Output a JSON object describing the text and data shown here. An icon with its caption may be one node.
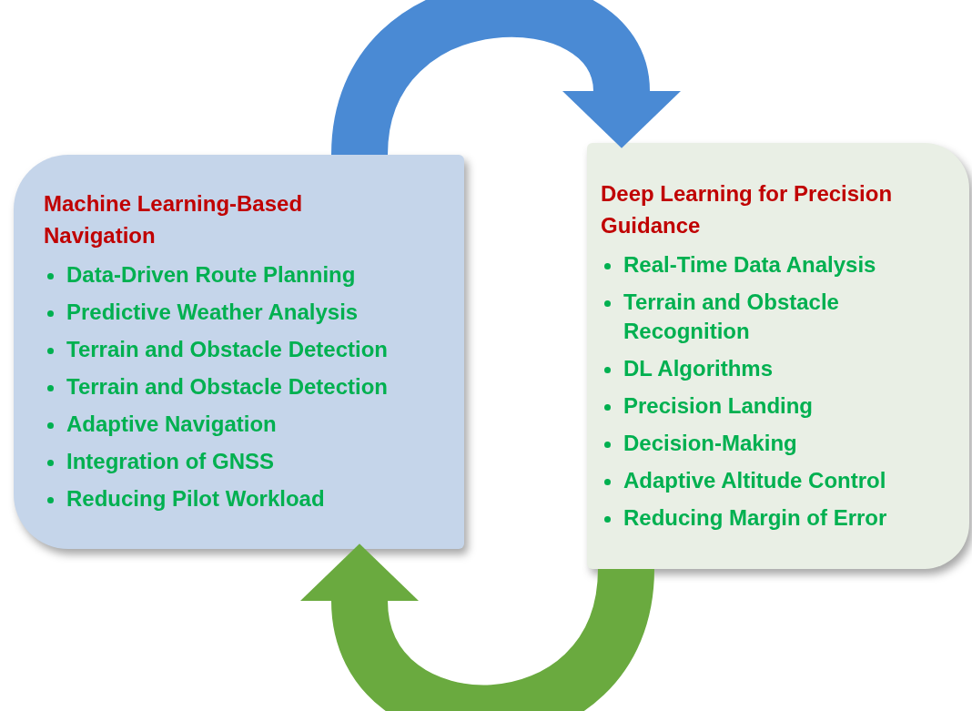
{
  "diagram": {
    "nodes": [
      {
        "text": [
          "Machine Learning-Based Navigation",
          "Data-Driven Route Planning",
          "Predictive Weather Analysis",
          "Terrain and Obstacle Detection",
          "Terrain and Obstacle Detection",
          "Adaptive Navigation",
          "Integration of GNSS",
          "Reducing Pilot Workload"
        ]
      },
      {
        "text": [
          "Deep Learning for Precision Guidance",
          "Real-Time Data Analysis",
          "Terrain and Obstacle Recognition",
          "DL Algorithms",
          "Precision Landing",
          "Decision-Making",
          "Adaptive Altitude Control",
          "Reducing Margin of Error"
        ]
      }
    ],
    "edges": [
      {
        "from": 0,
        "to": 1,
        "arrow": "to",
        "color": "#4a8ad4"
      },
      {
        "from": 1,
        "to": 0,
        "arrow": "to",
        "color": "#6aaa3f"
      }
    ]
  }
}
